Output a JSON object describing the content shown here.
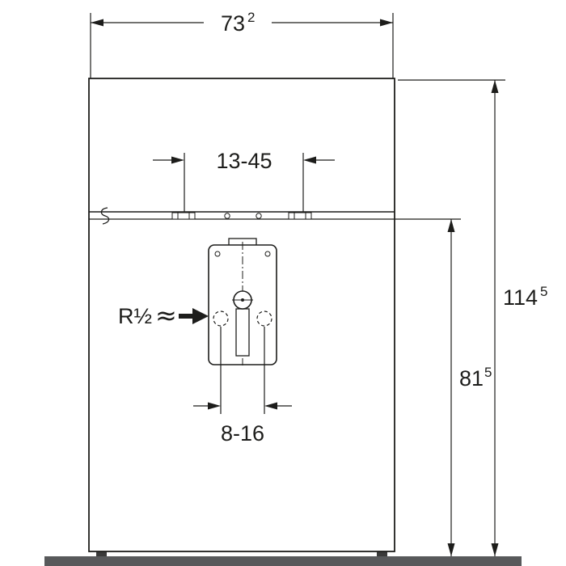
{
  "drawing": {
    "type": "technical-installation-dimension-drawing",
    "dimensions": {
      "width_top": {
        "value": "73",
        "sup": "2"
      },
      "bracket_range_top": "13-45",
      "height_total": {
        "value": "114",
        "sup": "5"
      },
      "height_lower": {
        "value": "81",
        "sup": "5"
      },
      "pipe_range_bottom": "8-16",
      "connection_label": "R½",
      "approx_symbol": "≈"
    },
    "colors": {
      "line": "#1d1d1b",
      "floor": "#58595b",
      "feet": "#3a3a3a",
      "background": "#ffffff"
    }
  }
}
